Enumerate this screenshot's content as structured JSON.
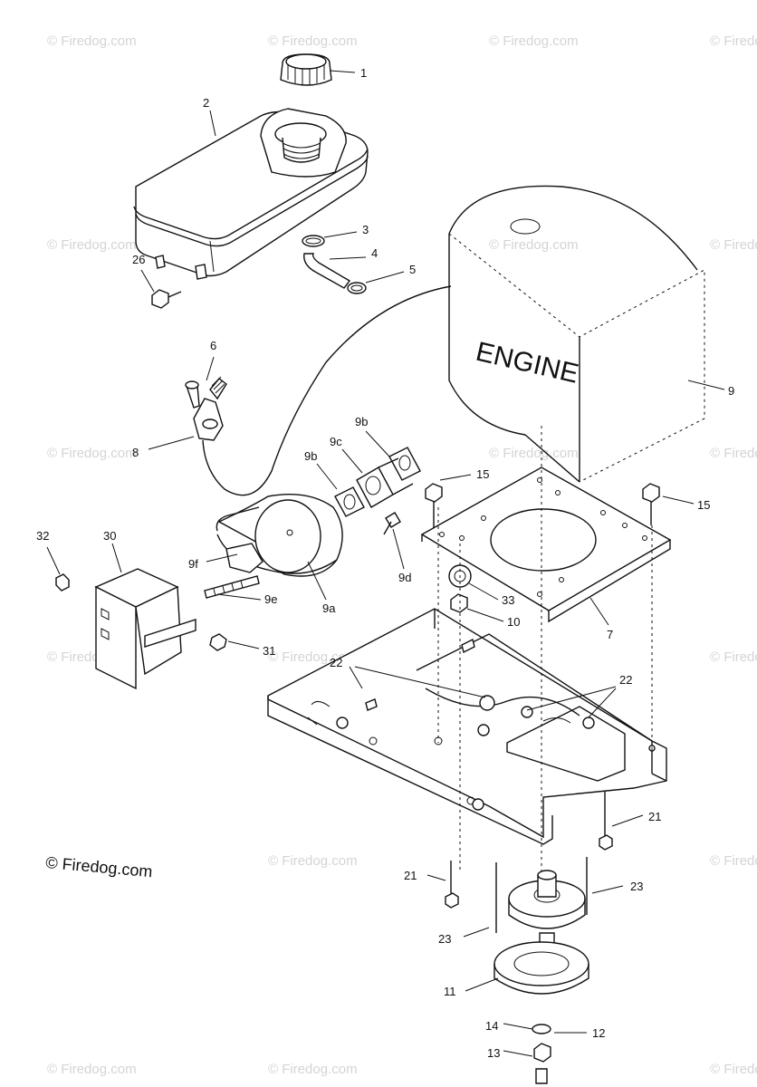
{
  "engine_word": "ENGINE",
  "copyright": "© Firedog.com",
  "watermark": "© Firedog.com",
  "parts": [
    {
      "id": "1",
      "label": "1"
    },
    {
      "id": "2",
      "label": "2"
    },
    {
      "id": "3",
      "label": "3"
    },
    {
      "id": "4",
      "label": "4"
    },
    {
      "id": "5",
      "label": "5"
    },
    {
      "id": "26",
      "label": "26"
    },
    {
      "id": "6",
      "label": "6"
    },
    {
      "id": "8",
      "label": "8"
    },
    {
      "id": "9",
      "label": "9"
    },
    {
      "id": "9b-top",
      "label": "9b"
    },
    {
      "id": "9c",
      "label": "9c"
    },
    {
      "id": "9b-left",
      "label": "9b"
    },
    {
      "id": "15-left",
      "label": "15"
    },
    {
      "id": "15-right",
      "label": "15"
    },
    {
      "id": "32",
      "label": "32"
    },
    {
      "id": "30",
      "label": "30"
    },
    {
      "id": "9f",
      "label": "9f"
    },
    {
      "id": "9d",
      "label": "9d"
    },
    {
      "id": "9e",
      "label": "9e"
    },
    {
      "id": "9a",
      "label": "9a"
    },
    {
      "id": "33",
      "label": "33"
    },
    {
      "id": "10",
      "label": "10"
    },
    {
      "id": "7",
      "label": "7"
    },
    {
      "id": "31",
      "label": "31"
    },
    {
      "id": "22-left",
      "label": "22"
    },
    {
      "id": "22-right",
      "label": "22"
    },
    {
      "id": "21-right",
      "label": "21"
    },
    {
      "id": "21-left",
      "label": "21"
    },
    {
      "id": "23-right",
      "label": "23"
    },
    {
      "id": "23-left",
      "label": "23"
    },
    {
      "id": "11",
      "label": "11"
    },
    {
      "id": "14",
      "label": "14"
    },
    {
      "id": "12",
      "label": "12"
    },
    {
      "id": "13",
      "label": "13"
    }
  ]
}
